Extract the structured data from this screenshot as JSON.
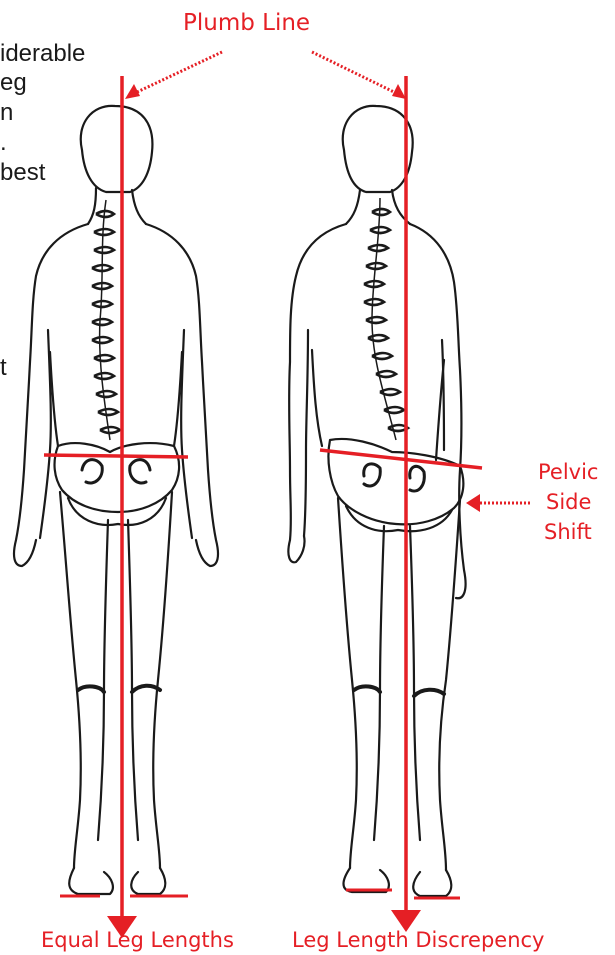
{
  "colors": {
    "annotation": "#e51f25",
    "ink": "#1a1a1a"
  },
  "title": "Plumb Line",
  "left_caption": "Equal Leg Lengths",
  "right_caption": "Leg Length Discrepency",
  "side_label": {
    "line1": "Pelvic",
    "line2": "Side",
    "line3": "Shift"
  },
  "cut_text": {
    "l1": "iderable",
    "l2": "eg",
    "l3": "n",
    "l4": ".",
    "l5": "best",
    "l6": "t"
  },
  "icons": [
    "human-figure-back-view",
    "spine",
    "pelvis",
    "plumb-line-arrow"
  ]
}
